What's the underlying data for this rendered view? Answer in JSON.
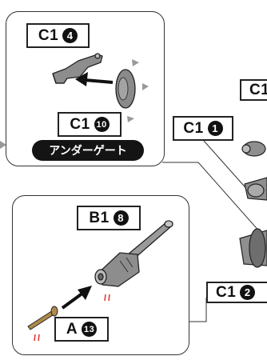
{
  "panel_top": {
    "part_top": {
      "letter": "C1",
      "number": "4"
    },
    "part_bottom": {
      "letter": "C1",
      "number": "10"
    },
    "caption": "アンダーゲート"
  },
  "panel_bottom": {
    "part_top": {
      "letter": "B1",
      "number": "8"
    },
    "part_bottom": {
      "letter": "A",
      "number": "13"
    }
  },
  "callouts": [
    {
      "letter": "C1",
      "number": "1"
    },
    {
      "letter": "C1",
      "number": "2"
    }
  ],
  "edge_label": {
    "letter": "C1"
  },
  "colors": {
    "stroke": "#222222",
    "gray_part": "#8a8a8a",
    "sprue": "#b08a4a",
    "mark_red": "#e03030"
  }
}
